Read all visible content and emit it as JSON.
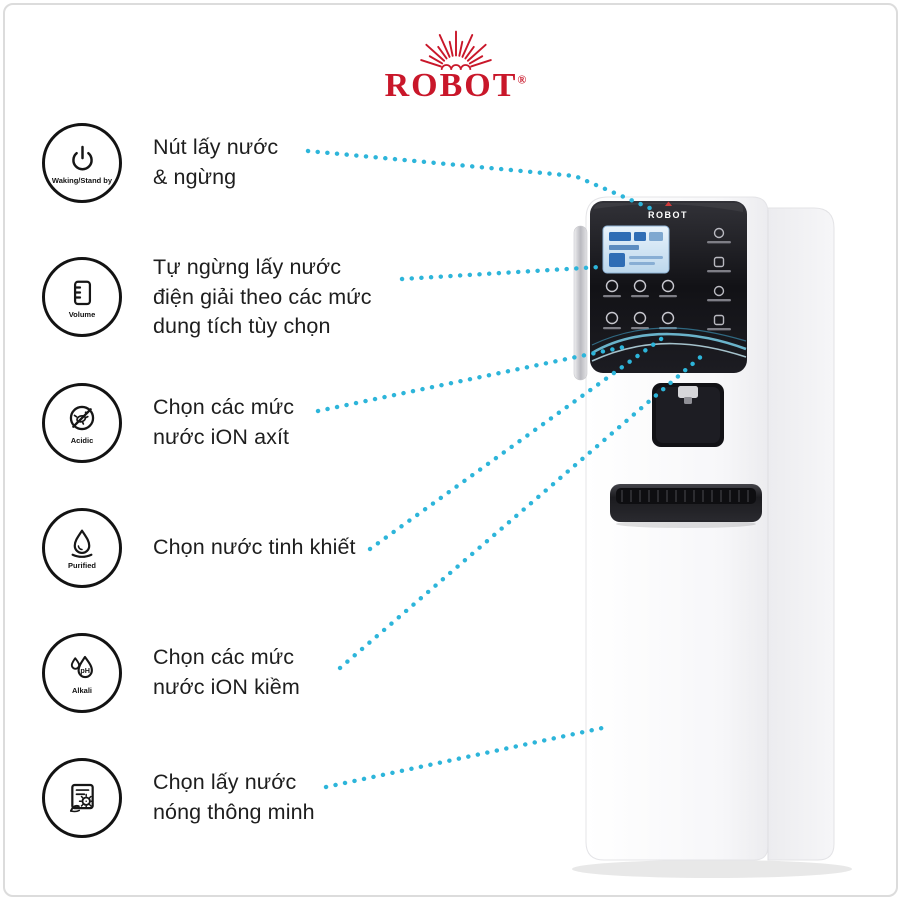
{
  "logo": {
    "brand": "ROBOT",
    "registered": "®"
  },
  "machine": {
    "panel_brand": "ROBOT"
  },
  "colors": {
    "accent": "#2db5da",
    "brand_red": "#c9172a"
  },
  "features": [
    {
      "icon": "power-icon",
      "badge_label": "Waking/Stand by",
      "text": "Nút lấy nước\n& ngừng"
    },
    {
      "icon": "volume-icon",
      "badge_label": "Volume",
      "text": "Tự ngừng lấy nước\nđiện giải theo các mức\ndung tích tùy chọn"
    },
    {
      "icon": "no-bacteria-icon",
      "badge_label": "Acidic",
      "text": "Chọn các mức\nnước iON axít"
    },
    {
      "icon": "purified-drop-icon",
      "badge_label": "Purified",
      "text": "Chọn nước tinh khiết"
    },
    {
      "icon": "ph-drops-icon",
      "badge_label": "Alkali",
      "icon_text": "pH",
      "text": "Chọn các mức\nnước iON kiềm"
    },
    {
      "icon": "smart-hot-water-icon",
      "badge_label": "",
      "text": "Chọn lấy nước\nnóng thông minh"
    }
  ]
}
